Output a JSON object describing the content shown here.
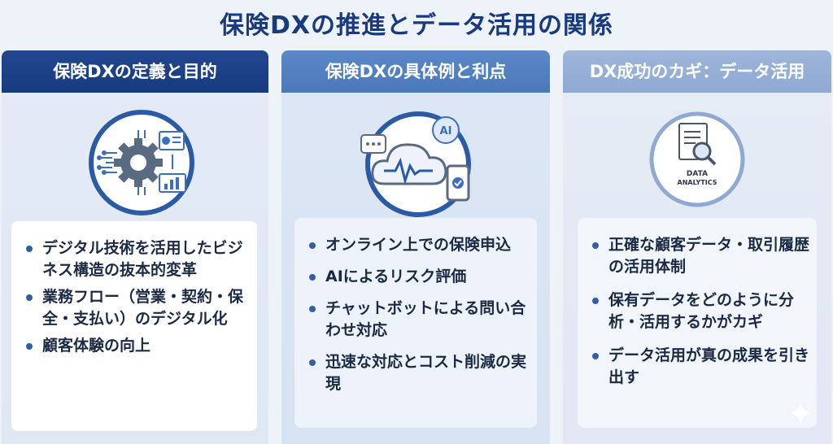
{
  "title": "保険DXの推進とデータ活用の関係",
  "columns": [
    {
      "heading": "保険DXの定義と目的",
      "icon": "gear-circuit-icon",
      "items": [
        "デジタル技術を活用したビジネス構造の抜本的変革",
        "業務フロー（営業・契約・保全・支払い）のデジタル化",
        "顧客体験の向上"
      ]
    },
    {
      "heading": "保険DXの具体例と利点",
      "icon": "cloud-ai-icon",
      "icon_text": "AI",
      "items": [
        "オンライン上での保険申込",
        "AIによるリスク評価",
        "チャットボットによる問い合わせ対応",
        "迅速な対応とコスト削減の実現"
      ]
    },
    {
      "heading": "DX成功のカギ：データ活用",
      "icon": "data-analytics-icon",
      "icon_text_1": "DATA",
      "icon_text_2": "ANALYTICS",
      "items": [
        "正確な顧客データ・取引履歴の活用体制",
        "保有データをどのように分析・活用するかがカギ",
        "データ活用が真の成果を引き出す"
      ]
    }
  ],
  "colors": {
    "title": "#173a80",
    "head1": "#173a80",
    "head2": "#4a78ba",
    "head3": "#8fa9d2"
  }
}
